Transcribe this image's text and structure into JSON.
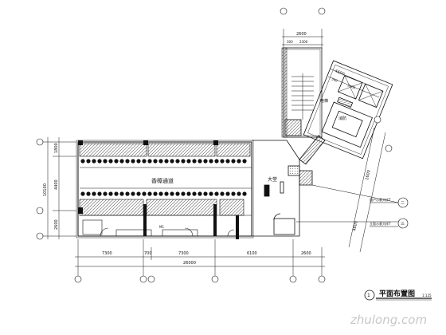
{
  "drawing": {
    "title": "平面布置图",
    "number": "1",
    "scale": "1:125",
    "corridor_label": "香樟通道",
    "lobby_label": "大堂",
    "lift_label": "电梯",
    "fire_label": "消防",
    "stair_up_label": "UP",
    "door_label": "M1"
  },
  "dimensions": {
    "bottom": [
      "7300",
      "700",
      "7300",
      "6100",
      "2600"
    ],
    "bottom_total": "26000",
    "left": [
      "1800",
      "4400",
      "2600"
    ],
    "left_total": "10100",
    "top_right": [
      "2600",
      "300",
      "2300"
    ],
    "wing_top": [
      "4600",
      "300",
      "2400"
    ],
    "wing_side": [
      "1600",
      "4800"
    ]
  },
  "callouts": [
    {
      "text": "窗户示意大样7",
      "symbol": "二"
    },
    {
      "text": "立面示意大样7",
      "symbol": "三"
    }
  ],
  "watermark": "zhulong.com",
  "colors": {
    "line": "#111111",
    "hatch": "#7a7a7a",
    "paper": "#ffffff"
  }
}
